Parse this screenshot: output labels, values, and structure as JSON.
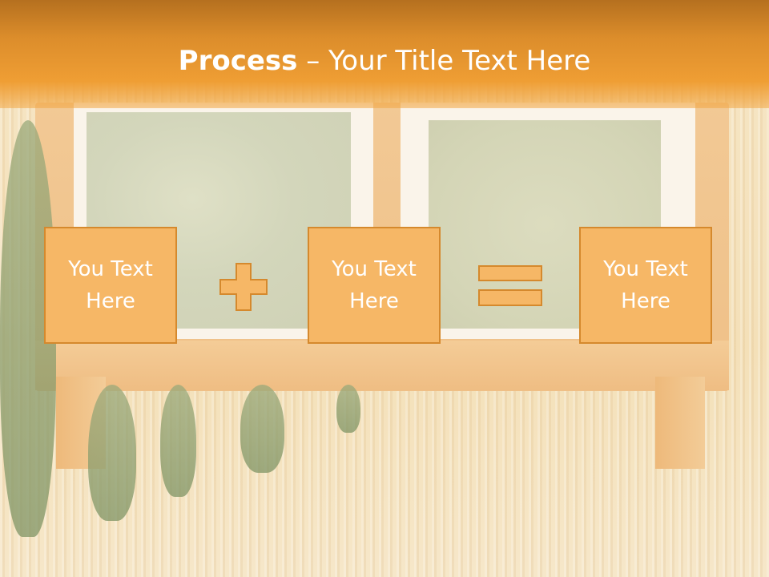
{
  "slide": {
    "title_bold": "Process",
    "title_separator": " – ",
    "title_rest": "Your Title Text Here"
  },
  "process": {
    "steps": [
      {
        "text": "You Text Here"
      },
      {
        "text": "You Text Here"
      },
      {
        "text": "You Text Here"
      }
    ],
    "operators": [
      "plus-icon",
      "equals-icon"
    ]
  },
  "colors": {
    "header": "#ef9e34",
    "box_fill": "#f6b766",
    "box_border": "#d5892d",
    "text": "#ffffff"
  }
}
